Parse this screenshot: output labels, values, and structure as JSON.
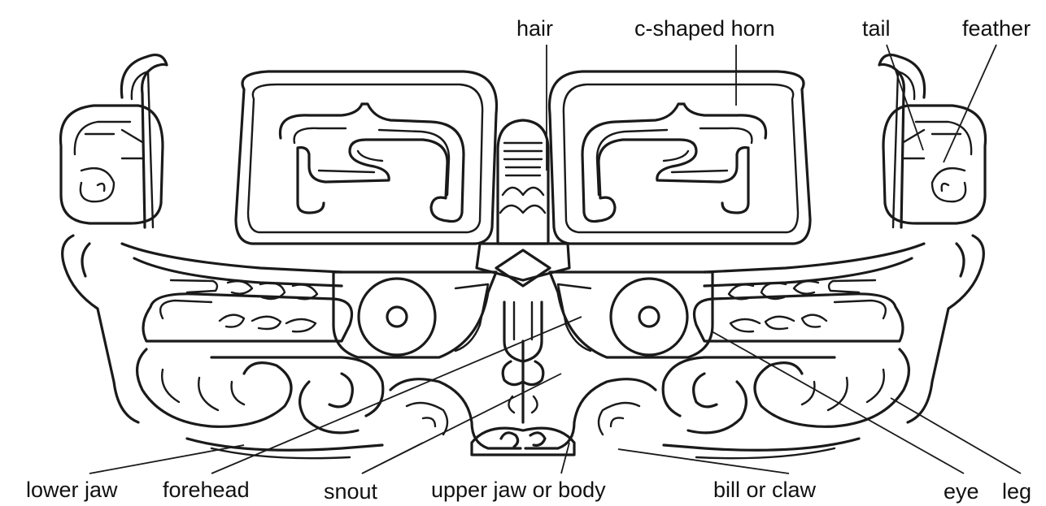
{
  "labels": {
    "hair": "hair",
    "c_shaped_horn": "c-shaped horn",
    "tail": "tail",
    "feather": "feather",
    "lower_jaw": "lower jaw",
    "forehead": "forehead",
    "snout": "snout",
    "upper_jaw_or_body": "upper jaw or body",
    "bill_or_claw": "bill or claw",
    "eye": "eye",
    "leg": "leg"
  },
  "colors": {
    "ink": "#1a1a1a",
    "background": "#ffffff"
  }
}
